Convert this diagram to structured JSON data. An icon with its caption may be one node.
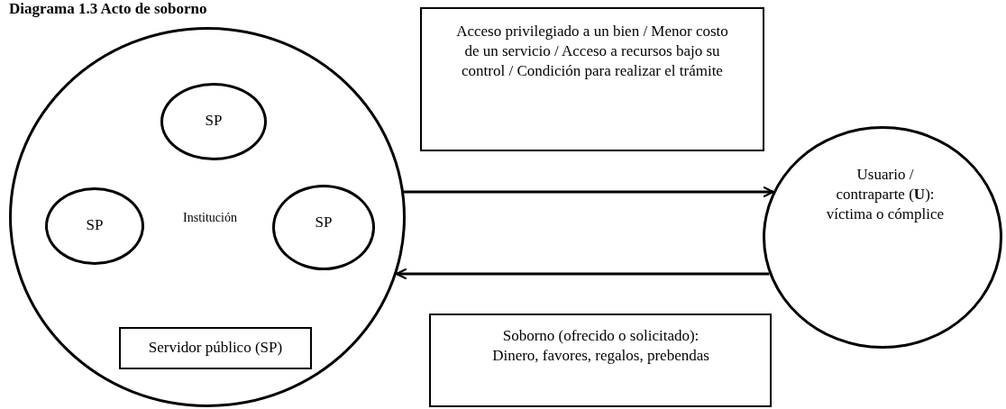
{
  "diagram": {
    "title": "Diagrama 1.3 Acto de soborno",
    "nodes": [
      {
        "text": [
          "Institución"
        ]
      },
      {
        "text": [
          "SP"
        ],
        "in": 0
      },
      {
        "text": [
          "SP"
        ],
        "in": 0
      },
      {
        "text": [
          "SP"
        ],
        "in": 0
      },
      {
        "text": [
          "Servidor público (SP)"
        ],
        "in": 0
      },
      {
        "text": [
          "Acceso privilegiado a un bien / Menor costo de un servicio / Acceso a recursos bajo su control / Condición para realizar el trámite"
        ]
      },
      {
        "text": [
          "Usuario / contraparte (**U**): víctima o cómplice"
        ]
      },
      {
        "text": [
          "Soborno (ofrecido o solicitado): Dinero, favores, regalos, prebendas"
        ]
      }
    ],
    "edges": [
      {
        "from": 0,
        "to": 6,
        "arrow": "to"
      },
      {
        "from": 6,
        "to": 0,
        "arrow": "to"
      }
    ]
  }
}
